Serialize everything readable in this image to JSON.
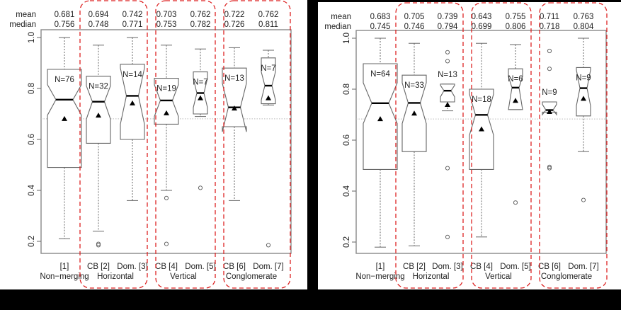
{
  "chart_data": [
    {
      "type": "boxplot",
      "title": "",
      "ylabel": "",
      "ylim": [
        0.15,
        1.03
      ],
      "yticks": [
        0.2,
        0.4,
        0.6,
        0.8,
        1.0
      ],
      "ytick_labels": [
        "0.2",
        "0.4",
        "0.6",
        "0.8",
        "1.0"
      ],
      "reference_line": 0.681,
      "stat_row_labels": [
        "mean",
        "median"
      ],
      "categories": [
        "[1]",
        "CB [2]",
        "Dom. [3]",
        "CB [4]",
        "Dom. [5]",
        "CB [6]",
        "Dom. [7]"
      ],
      "groups": [
        {
          "label": "Non−merging",
          "members": [
            0
          ]
        },
        {
          "label": "Horizontal",
          "members": [
            1,
            2
          ]
        },
        {
          "label": "Vertical",
          "members": [
            3,
            4
          ]
        },
        {
          "label": "Conglomerate",
          "members": [
            5,
            6
          ]
        }
      ],
      "boxes": [
        {
          "n": "N=76",
          "mean": "0.681",
          "median": "0.756",
          "q1": 0.49,
          "q3": 0.875,
          "wlo": 0.21,
          "whi": 1.0,
          "notch_lo": 0.695,
          "notch_hi": 0.815,
          "outliers": []
        },
        {
          "n": "N=32",
          "mean": "0.694",
          "median": "0.748",
          "q1": 0.585,
          "q3": 0.848,
          "wlo": 0.24,
          "whi": 0.97,
          "notch_lo": 0.68,
          "notch_hi": 0.81,
          "outliers": [
            0.19,
            0.185
          ]
        },
        {
          "n": "N=14",
          "mean": "0.742",
          "median": "0.771",
          "q1": 0.6,
          "q3": 0.895,
          "wlo": 0.36,
          "whi": 1.0,
          "notch_lo": 0.66,
          "notch_hi": 0.88,
          "outliers": []
        },
        {
          "n": "N=19",
          "mean": "0.703",
          "median": "0.753",
          "q1": 0.66,
          "q3": 0.84,
          "wlo": 0.4,
          "whi": 0.97,
          "notch_lo": 0.69,
          "notch_hi": 0.815,
          "outliers": [
            0.37,
            0.19
          ]
        },
        {
          "n": "N=7",
          "mean": "0.762",
          "median": "0.782",
          "q1": 0.7,
          "q3": 0.865,
          "wlo": 0.69,
          "whi": 0.955,
          "notch_lo": 0.725,
          "notch_hi": 0.84,
          "outliers": [
            0.41
          ]
        },
        {
          "n": "N=13",
          "mean": "0.722",
          "median": "0.726",
          "q1": 0.65,
          "q3": 0.88,
          "wlo": 0.36,
          "whi": 0.96,
          "notch_lo": 0.63,
          "notch_hi": 0.82,
          "outliers": []
        },
        {
          "n": "N=7",
          "mean": "0.762",
          "median": "0.811",
          "q1": 0.74,
          "q3": 0.92,
          "wlo": 0.735,
          "whi": 0.95,
          "notch_lo": 0.755,
          "notch_hi": 0.865,
          "outliers": [
            0.185
          ]
        }
      ]
    },
    {
      "type": "boxplot",
      "title": "",
      "ylabel": "",
      "ylim": [
        0.15,
        1.03
      ],
      "yticks": [
        0.2,
        0.4,
        0.6,
        0.8,
        1.0
      ],
      "ytick_labels": [
        "0.2",
        "0.4",
        "0.6",
        "0.8",
        "1.0"
      ],
      "reference_line": 0.683,
      "stat_row_labels": [
        "mean",
        "median"
      ],
      "categories": [
        "[1]",
        "CB [2]",
        "Dom. [3]",
        "CB [4]",
        "Dom. [5]",
        "CB [6]",
        "Dom. [7]"
      ],
      "groups": [
        {
          "label": "Non−merging",
          "members": [
            0
          ]
        },
        {
          "label": "Horizontal",
          "members": [
            1,
            2
          ]
        },
        {
          "label": "Vertical",
          "members": [
            3,
            4
          ]
        },
        {
          "label": "Conglomerate",
          "members": [
            5,
            6
          ]
        }
      ],
      "boxes": [
        {
          "n": "N=64",
          "mean": "0.683",
          "median": "0.745",
          "q1": 0.485,
          "q3": 0.9,
          "wlo": 0.18,
          "whi": 1.0,
          "notch_lo": 0.665,
          "notch_hi": 0.825,
          "outliers": []
        },
        {
          "n": "N=33",
          "mean": "0.705",
          "median": "0.746",
          "q1": 0.555,
          "q3": 0.855,
          "wlo": 0.185,
          "whi": 0.98,
          "notch_lo": 0.665,
          "notch_hi": 0.825,
          "outliers": []
        },
        {
          "n": "N=13",
          "mean": "0.739",
          "median": "0.794",
          "q1": 0.75,
          "q3": 0.82,
          "wlo": 0.715,
          "whi": 0.82,
          "notch_lo": 0.77,
          "notch_hi": 0.815,
          "outliers": [
            0.945,
            0.91,
            0.49,
            0.22
          ]
        },
        {
          "n": "N=18",
          "mean": "0.643",
          "median": "0.699",
          "q1": 0.485,
          "q3": 0.8,
          "wlo": 0.22,
          "whi": 0.98,
          "notch_lo": 0.62,
          "notch_hi": 0.78,
          "outliers": []
        },
        {
          "n": "N=6",
          "mean": "0.755",
          "median": "0.806",
          "q1": 0.72,
          "q3": 0.88,
          "wlo": 0.72,
          "whi": 0.975,
          "notch_lo": 0.72,
          "notch_hi": 0.85,
          "outliers": [
            0.355
          ]
        },
        {
          "n": "N=9",
          "mean": "0.711",
          "median": "0.718",
          "q1": 0.71,
          "q3": 0.75,
          "wlo": 0.71,
          "whi": 0.75,
          "notch_lo": 0.7,
          "notch_hi": 0.74,
          "outliers": [
            0.95,
            0.88,
            0.495,
            0.49
          ]
        },
        {
          "n": "N=9",
          "mean": "0.763",
          "median": "0.804",
          "q1": 0.695,
          "q3": 0.885,
          "wlo": 0.555,
          "whi": 1.0,
          "notch_lo": 0.735,
          "notch_hi": 0.875,
          "outliers": [
            0.365
          ]
        }
      ]
    }
  ],
  "panels": [
    {
      "stats_mean": [
        "0.681",
        "0.694",
        "0.742",
        "0.703",
        "0.762",
        "0.722",
        "0.762"
      ],
      "stats_median": [
        "0.756",
        "0.748",
        "0.771",
        "0.753",
        "0.782",
        "0.726",
        "0.811"
      ]
    },
    {
      "stats_mean": [
        "0.683",
        "0.705",
        "0.739",
        "0.643",
        "0.755",
        "0.711",
        "0.763"
      ],
      "stats_median": [
        "0.745",
        "0.746",
        "0.794",
        "0.699",
        "0.806",
        "0.718",
        "0.804"
      ]
    }
  ],
  "colors": {
    "box": "#666666",
    "group_outline": "#dd2222",
    "reference_line": "#bbbbbb",
    "background": "#000000",
    "panel": "#ffffff"
  }
}
